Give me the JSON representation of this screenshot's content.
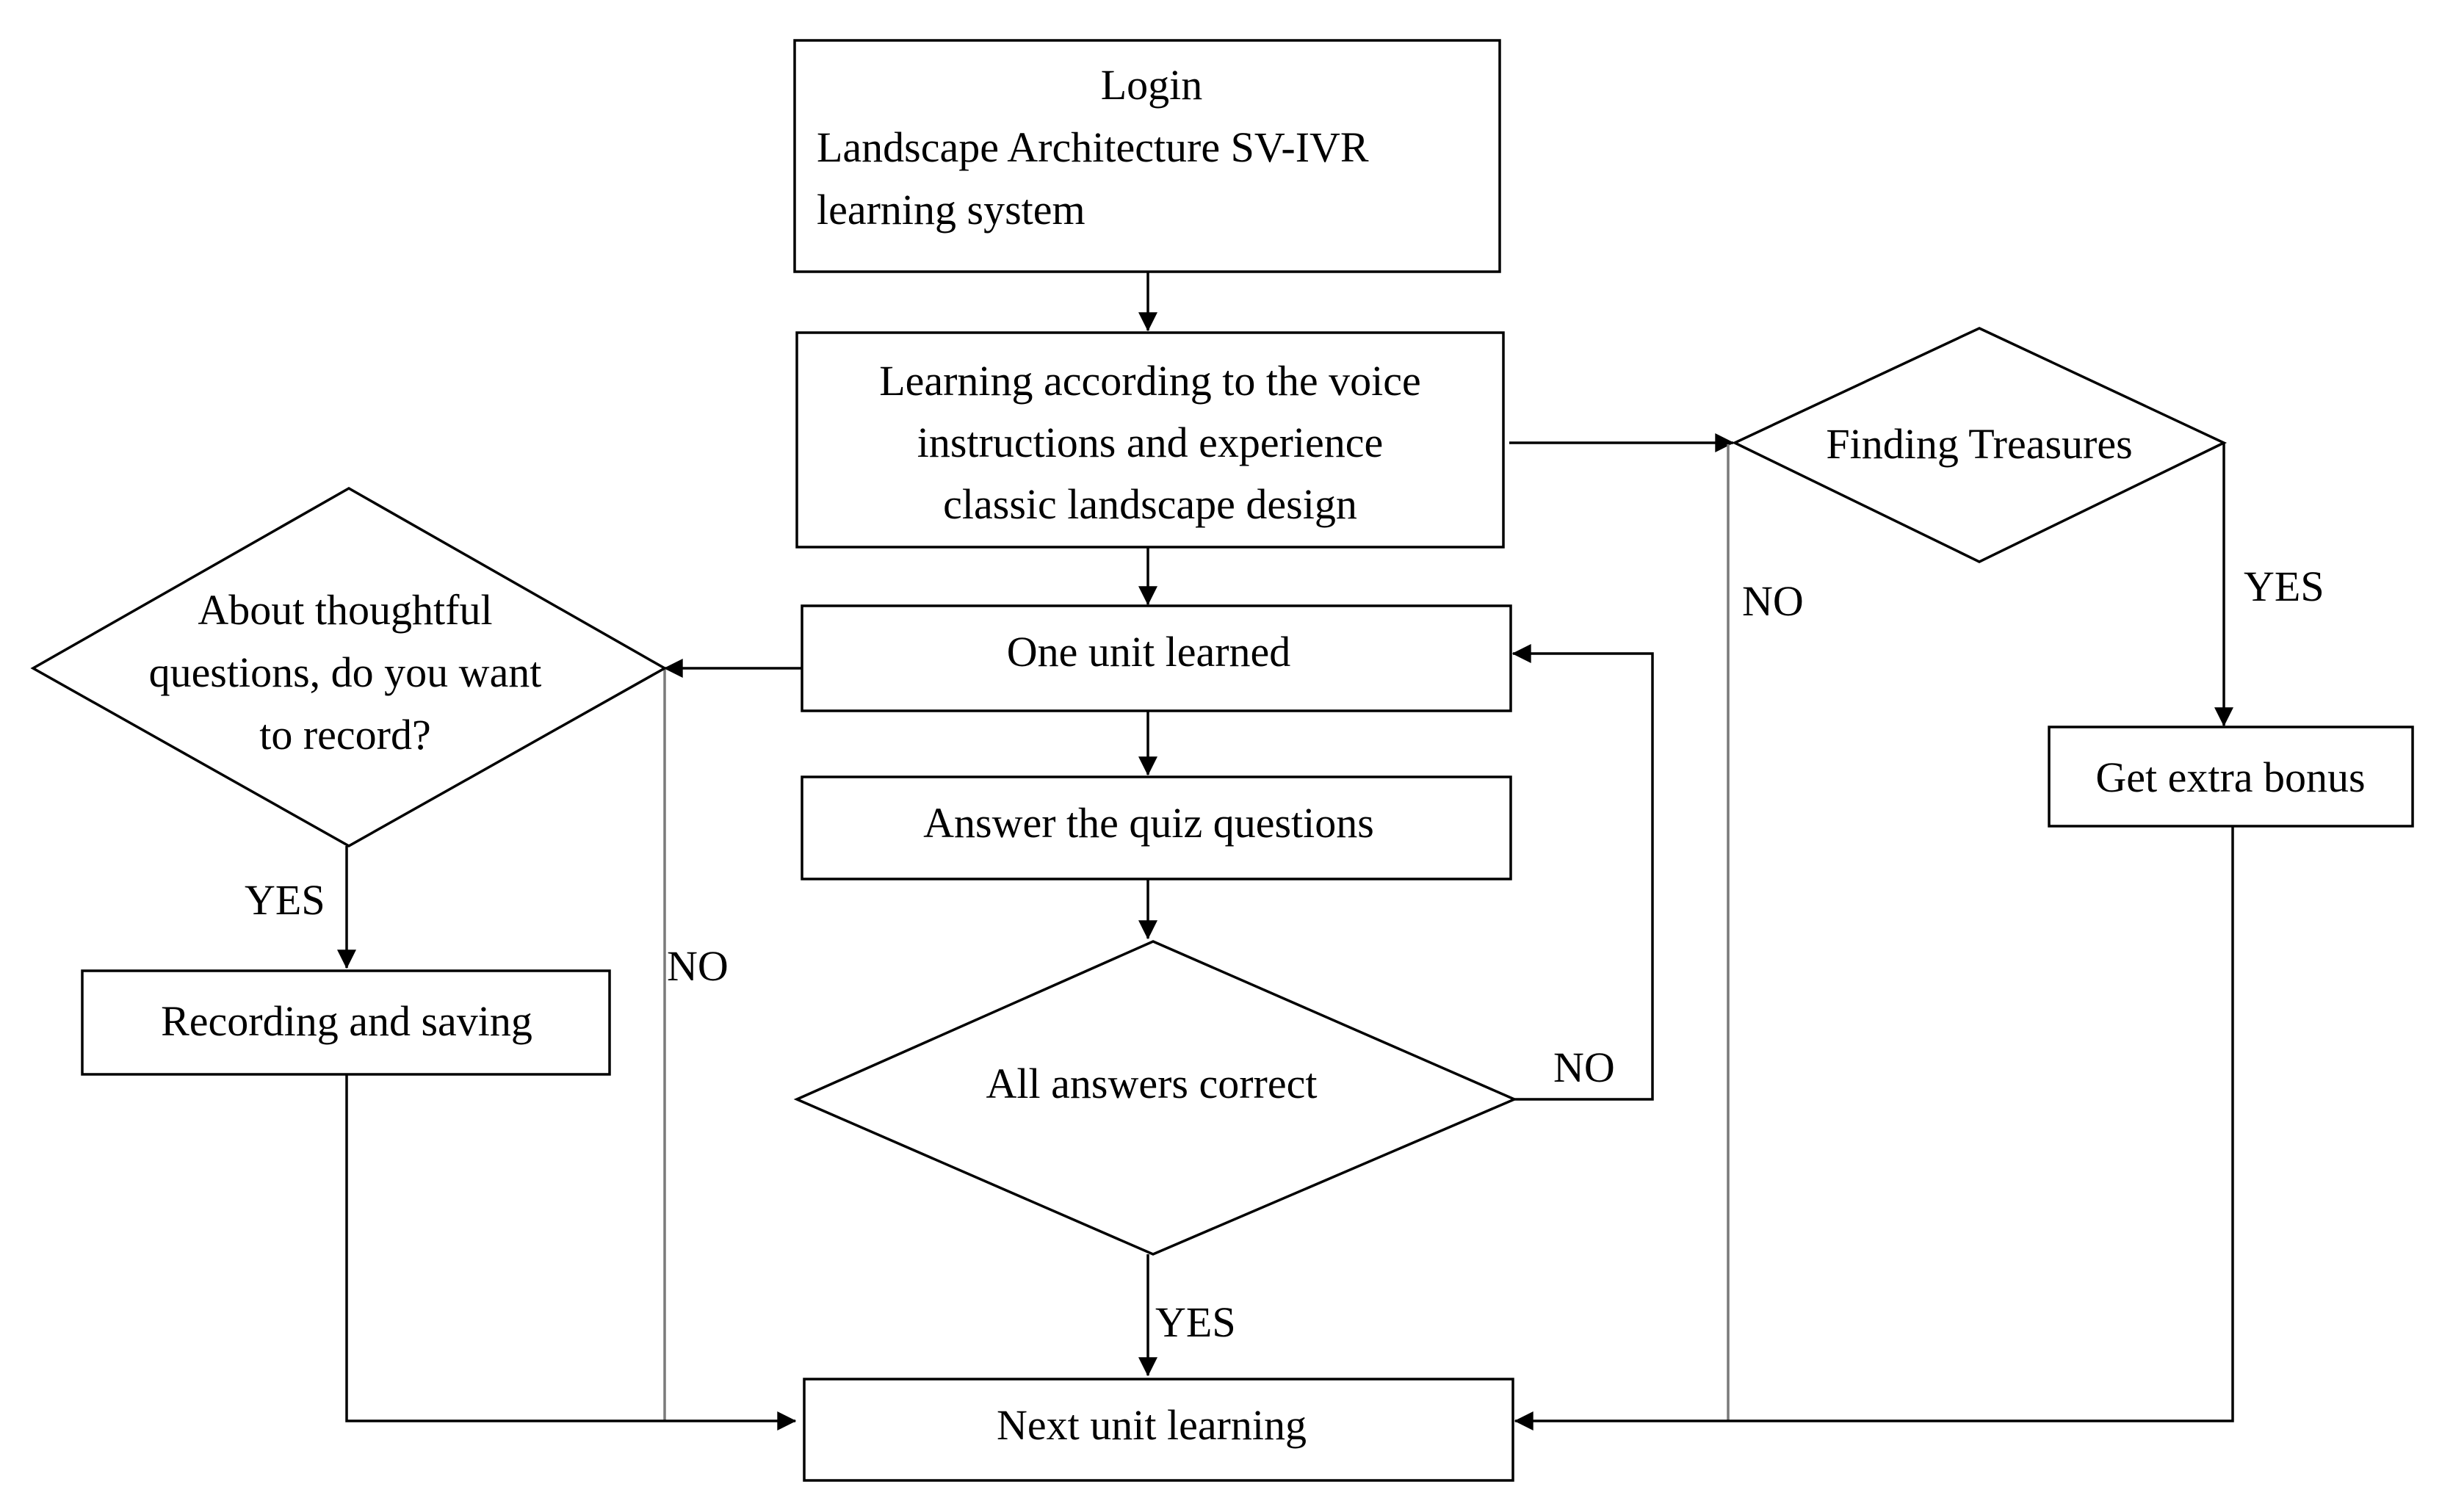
{
  "nodes": {
    "login": {
      "lines": [
        "Login",
        "Landscape Architecture  SV-IVR",
        "learning  system"
      ]
    },
    "learning": {
      "lines": [
        "Learning  according to the voice",
        "instructions and experience",
        "classic landscape design"
      ]
    },
    "finding": {
      "text": "Finding Treasures"
    },
    "bonus": {
      "text": "Get extra bonus"
    },
    "unit_learned": {
      "text": "One unit learned"
    },
    "thoughtful": {
      "lines": [
        "About thoughtful",
        "questions, do you want",
        "to record?"
      ]
    },
    "recording": {
      "text": "Recording and saving"
    },
    "quiz": {
      "text": "Answer the quiz questions"
    },
    "all_correct": {
      "text": "All  answers  correct"
    },
    "next_unit": {
      "text": "Next unit  learning"
    }
  },
  "edge_labels": {
    "finding_no": "NO",
    "finding_yes": "YES",
    "thought_yes": "YES",
    "thought_no": "NO",
    "correct_no": "NO",
    "correct_yes": "YES"
  }
}
